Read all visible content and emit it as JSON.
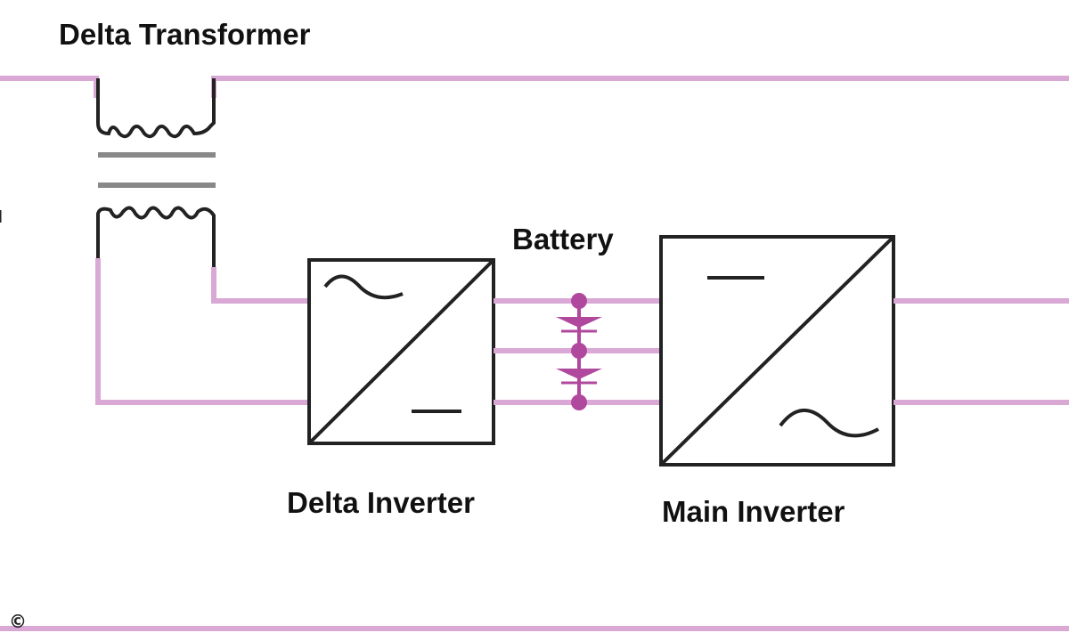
{
  "labels": {
    "transformer": "Delta Transformer",
    "battery": "Battery",
    "delta_inverter": "Delta Inverter",
    "main_inverter": "Main Inverter"
  },
  "copyright": "©",
  "colors": {
    "wire": "#d9a8d4",
    "node": "#b0489e",
    "outline": "#222222",
    "background": "#ffffff"
  }
}
